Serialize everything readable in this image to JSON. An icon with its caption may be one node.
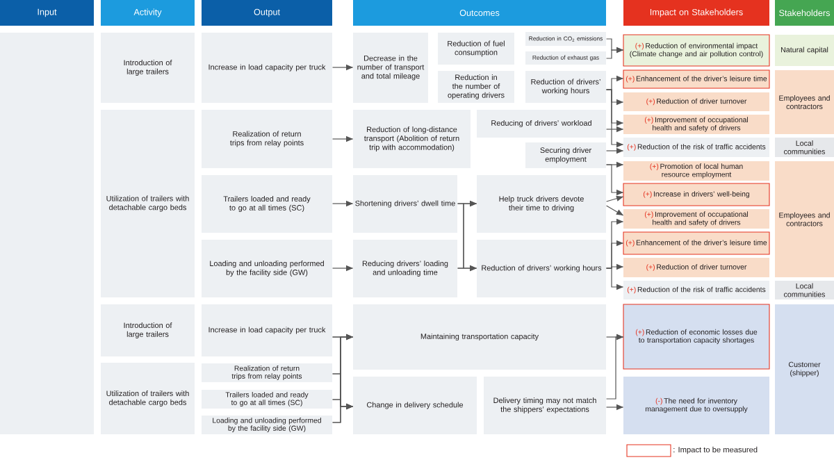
{
  "diagram": {
    "nodes": [
      {
        "text": [
          "Input"
        ]
      },
      {
        "text": [
          "Activity"
        ]
      },
      {
        "text": [
          "Output"
        ]
      },
      {
        "text": [
          "Outcomes"
        ]
      },
      {
        "text": [
          "Impact on Stakeholders"
        ]
      },
      {
        "text": [
          "Stakeholders"
        ]
      },
      {
        "text": [],
        "shape": "box"
      },
      {
        "text": [
          "Introduction of large trailers"
        ]
      },
      {
        "text": [
          "Utilization of trailers with detachable cargo beds"
        ]
      },
      {
        "text": [
          "Introduction of large trailers"
        ]
      },
      {
        "text": [
          "Utilization of trailers with detachable cargo beds"
        ]
      },
      {
        "text": [
          "Increase in load capacity per truck"
        ]
      },
      {
        "text": [
          "Realization of return trips from relay points"
        ]
      },
      {
        "text": [
          "Trailers loaded and ready to go at all times (SC)"
        ]
      },
      {
        "text": [
          "Loading and unloading performed by the facility side (GW)"
        ]
      },
      {
        "text": [
          "Increase in load capacity per truck"
        ]
      },
      {
        "text": [
          "Realization of return trips from relay points"
        ]
      },
      {
        "text": [
          "Trailers loaded and ready to go at all times (SC)"
        ]
      },
      {
        "text": [
          "Loading and unloading performed by the facility side (GW)"
        ]
      },
      {
        "text": [
          "Decrease in the number of transport and total mileage"
        ]
      },
      {
        "text": [
          "Reduction of fuel consumption"
        ]
      },
      {
        "text": [
          "Reduction in CO$_{2}$ emissions"
        ]
      },
      {
        "text": [
          "Reduction of exhaust gas"
        ]
      },
      {
        "text": [
          "Reduction in the number of operating drivers"
        ]
      },
      {
        "text": [
          "Reduction of drivers’ working hours"
        ]
      },
      {
        "text": [
          "Reduction of long-distance transport (Abolition of return trip with accommodation)"
        ]
      },
      {
        "text": [
          "Reducing of drivers’ workload"
        ]
      },
      {
        "text": [
          "Securing driver employment"
        ]
      },
      {
        "text": [
          "Shortening drivers’ dwell time"
        ]
      },
      {
        "text": [
          "Reducing drivers’ loading and unloading time"
        ]
      },
      {
        "text": [
          "Help truck drivers devote their time to driving"
        ]
      },
      {
        "text": [
          "Reduction of drivers’ working hours"
        ]
      },
      {
        "text": [
          "Maintaining transportation capacity"
        ]
      },
      {
        "text": [
          "Change in delivery schedule"
        ]
      },
      {
        "text": [
          "Delivery timing may not match the shippers’ expectations"
        ]
      },
      {
        "text": [
          "(+)",
          "Reduction of environmental impact (Climate change and air pollution control)"
        ]
      },
      {
        "text": [
          "(+)",
          "Enhancement of the driver’s leisure time"
        ]
      },
      {
        "text": [
          "(+)",
          "Reduction of driver turnover"
        ]
      },
      {
        "text": [
          "(+)",
          "Improvement of occupational health and safety of drivers"
        ]
      },
      {
        "text": [
          "(+)",
          "Reduction of the risk of traffic accidents"
        ]
      },
      {
        "text": [
          "(+)",
          "Promotion of local human resource employment"
        ]
      },
      {
        "text": [
          "(+)",
          "Increase in drivers’ well-being"
        ]
      },
      {
        "text": [
          "(+)",
          "Improvement of occupational health and safety of drivers"
        ]
      },
      {
        "text": [
          "(+)",
          "Enhancement of the driver’s leisure time"
        ]
      },
      {
        "text": [
          "(+)",
          "Reduction of driver turnover"
        ]
      },
      {
        "text": [
          "(+)",
          "Reduction of the risk of traffic accidents"
        ]
      },
      {
        "text": [
          "(+)",
          "Reduction of economic losses due to transportation capacity shortages"
        ]
      },
      {
        "text": [
          "(-)",
          "The need for inventory management due to oversupply"
        ]
      },
      {
        "text": [
          "Natural capital"
        ]
      },
      {
        "text": [
          "Employees and contractors"
        ]
      },
      {
        "text": [
          "Local communities"
        ]
      },
      {
        "text": [
          "Employees and contractors"
        ]
      },
      {
        "text": [
          "Local communities"
        ]
      },
      {
        "text": [
          "Customer (shipper)"
        ]
      }
    ],
    "edges": [
      {
        "from": 11,
        "to": 19,
        "arrow": "to"
      },
      {
        "from": 12,
        "to": 25,
        "arrow": "to"
      },
      {
        "from": 13,
        "to": 28,
        "arrow": "to"
      },
      {
        "from": 14,
        "to": 29,
        "arrow": "to"
      },
      {
        "from": 28,
        "to": 30,
        "arrow": "to"
      },
      {
        "from": 28,
        "to": 31,
        "arrow": "to"
      },
      {
        "from": 29,
        "to": 30,
        "arrow": "to"
      },
      {
        "from": 29,
        "to": 31,
        "arrow": "to"
      },
      {
        "from": 21,
        "to": 35,
        "arrow": "to"
      },
      {
        "from": 22,
        "to": 35,
        "arrow": "to"
      },
      {
        "from": 24,
        "to": 36,
        "arrow": "to"
      },
      {
        "from": 24,
        "to": 37,
        "arrow": "to"
      },
      {
        "from": 24,
        "to": 38,
        "arrow": "to"
      },
      {
        "from": 24,
        "to": 39,
        "arrow": "to"
      },
      {
        "from": 26,
        "to": 38,
        "arrow": "to"
      },
      {
        "from": 27,
        "to": 39,
        "arrow": "to"
      },
      {
        "from": 27,
        "to": 40,
        "arrow": "to"
      },
      {
        "from": 27,
        "to": 41,
        "arrow": "to"
      },
      {
        "from": 30,
        "to": 41,
        "arrow": "to"
      },
      {
        "from": 30,
        "to": 42,
        "arrow": "to"
      },
      {
        "from": 31,
        "to": 42,
        "arrow": "to"
      },
      {
        "from": 31,
        "to": 43,
        "arrow": "to"
      },
      {
        "from": 31,
        "to": 44,
        "arrow": "to"
      },
      {
        "from": 31,
        "to": 45,
        "arrow": "to"
      },
      {
        "from": 15,
        "to": 32,
        "arrow": "to"
      },
      {
        "from": 15,
        "to": 33,
        "arrow": "to"
      },
      {
        "from": 16,
        "to": 32,
        "arrow": "to"
      },
      {
        "from": 16,
        "to": 33,
        "arrow": "to"
      },
      {
        "from": 17,
        "to": 32,
        "arrow": "to"
      },
      {
        "from": 17,
        "to": 33,
        "arrow": "to"
      },
      {
        "from": 18,
        "to": 32,
        "arrow": "to"
      },
      {
        "from": 18,
        "to": 33,
        "arrow": "to"
      },
      {
        "from": 32,
        "to": 46,
        "arrow": "to"
      },
      {
        "from": 34,
        "to": 46,
        "arrow": "to"
      },
      {
        "from": 34,
        "to": 47,
        "arrow": "to"
      }
    ],
    "legend": [
      {
        "text": ": Impact to be measured"
      }
    ]
  }
}
